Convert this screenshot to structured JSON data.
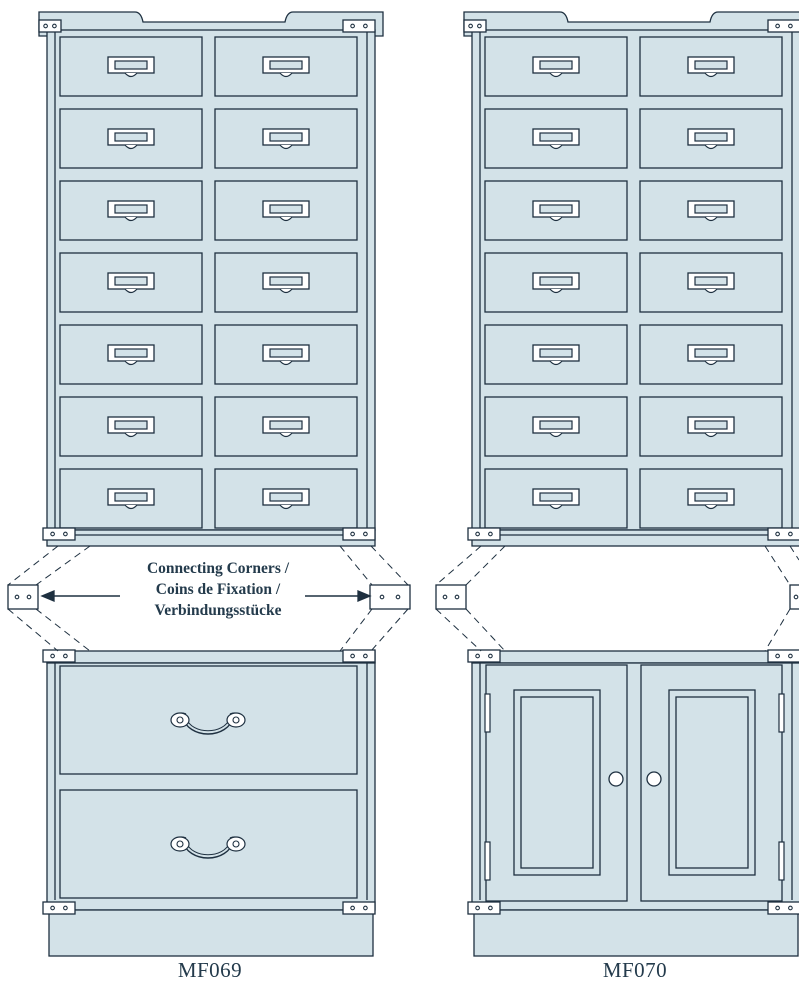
{
  "callout": {
    "line1": "Connecting Corners /",
    "line2": "Coins de Fixation /",
    "line3": "Verbindungsstücke"
  },
  "models": [
    {
      "code": "MF069",
      "upper": "14 drawers (7 rows × 2)",
      "lower": "2 drawers"
    },
    {
      "code": "MF070",
      "upper": "14 drawers (7 rows × 2)",
      "lower": "2 doors"
    }
  ],
  "colors": {
    "fill": "#d3e2e8",
    "stroke": "#1e3040",
    "text": "#243b4c",
    "background": "#ffffff"
  }
}
